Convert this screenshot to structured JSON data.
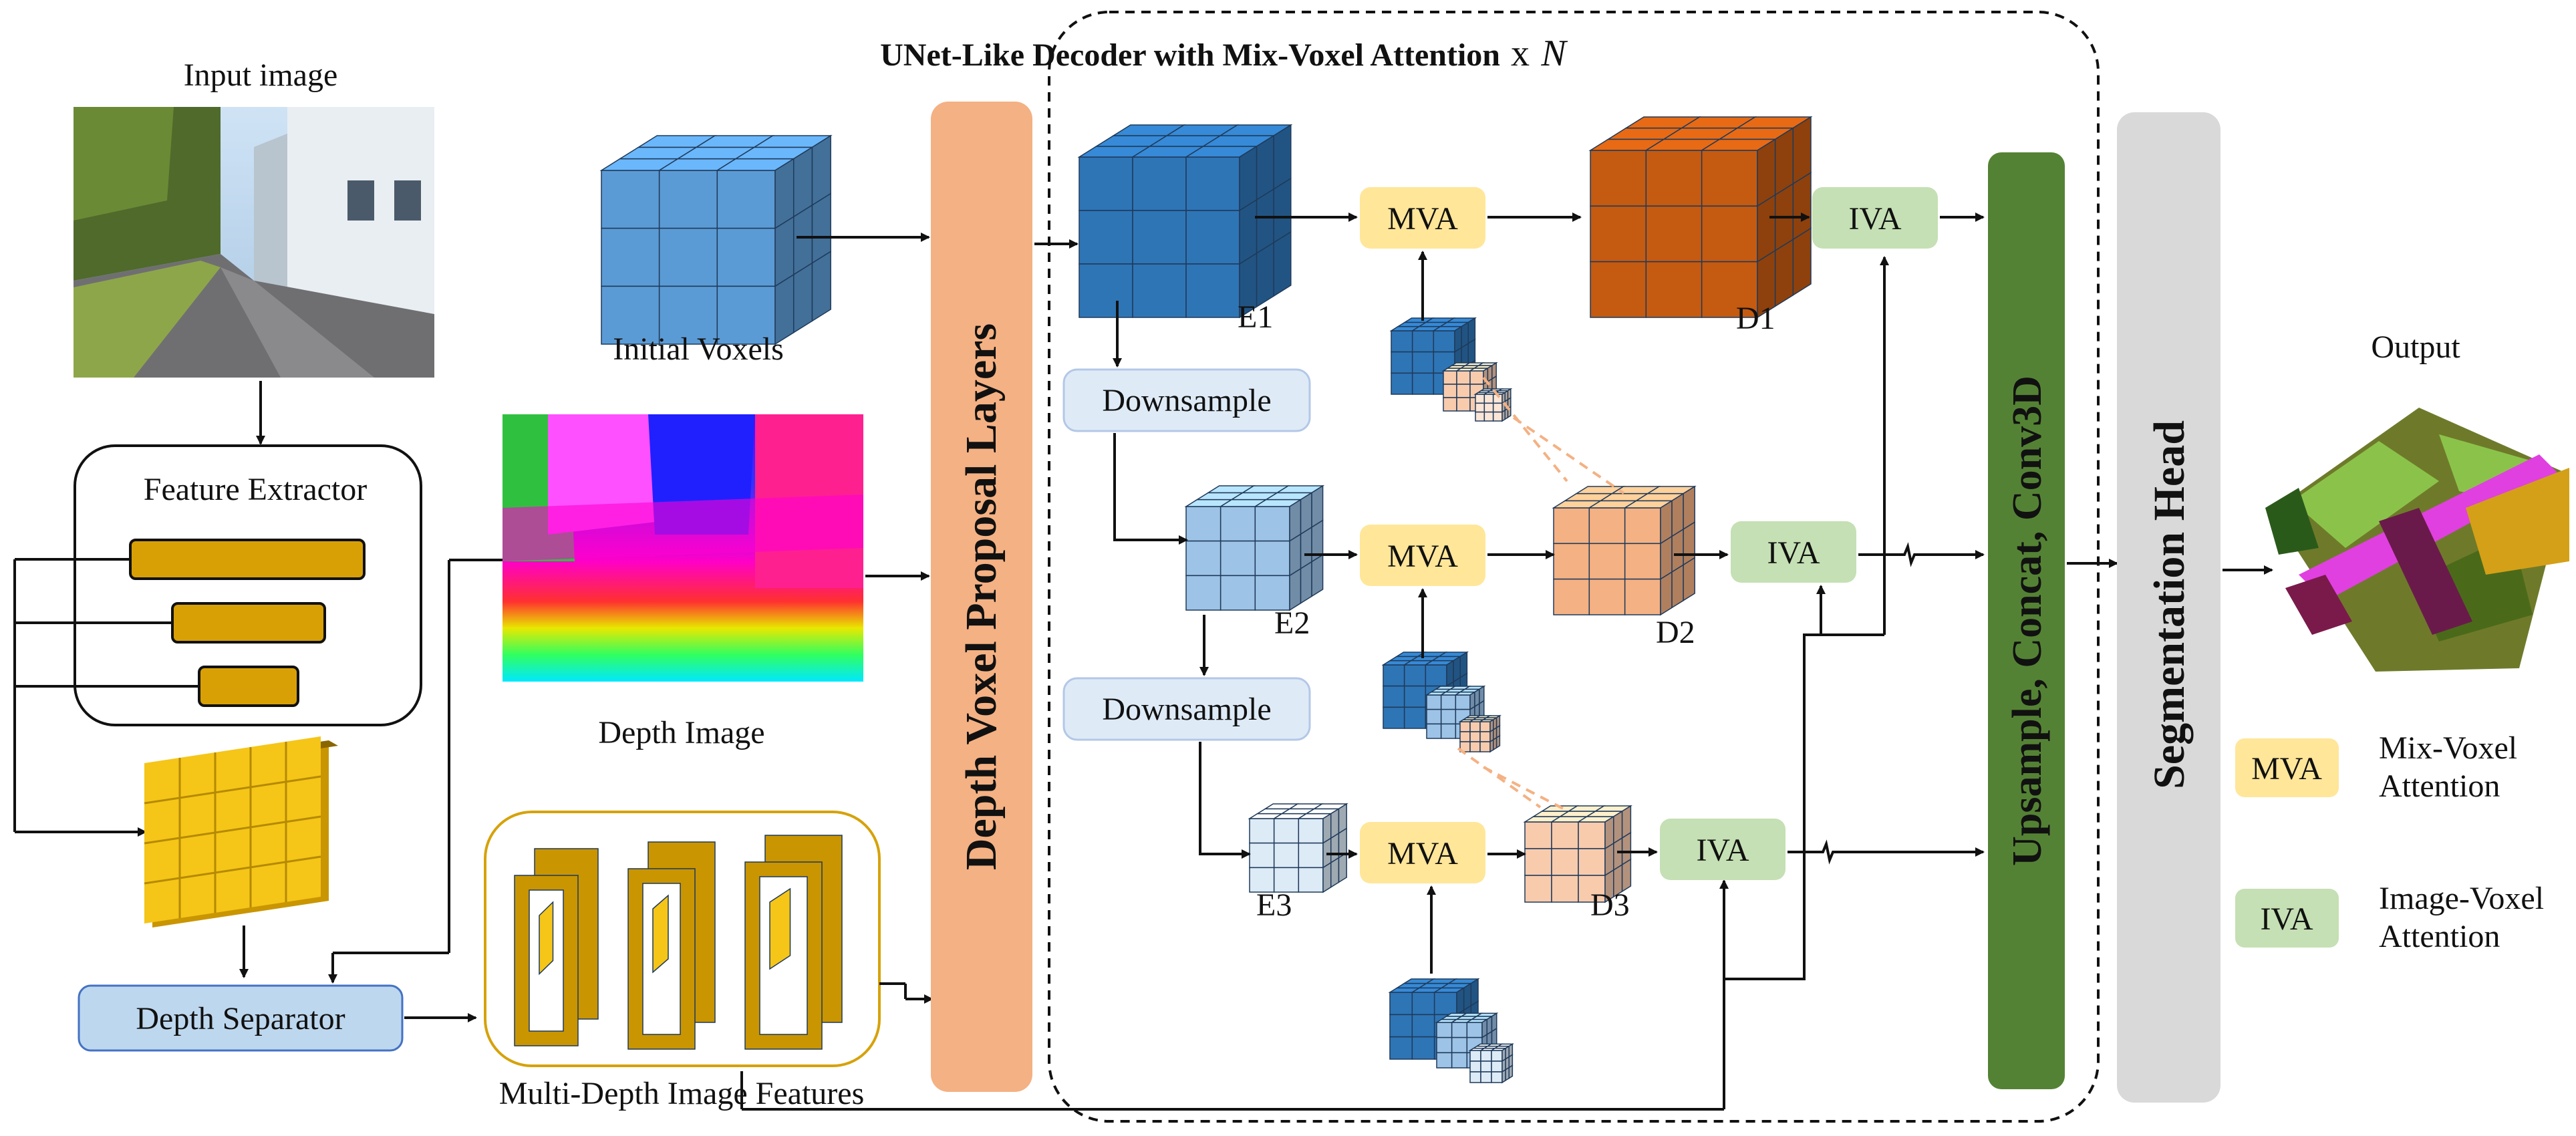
{
  "title": {
    "main": "UNet-Like Decoder with Mix-Voxel Attention",
    "suffix": "x",
    "n": "N"
  },
  "input": {
    "label": "Input image"
  },
  "feature_extractor": {
    "label": "Feature Extractor"
  },
  "depth_separator": {
    "label": "Depth Separator"
  },
  "initial_voxels": {
    "label": "Initial Voxels"
  },
  "depth_image": {
    "label": "Depth Image"
  },
  "multi_depth": {
    "label": "Multi-Depth Image Features"
  },
  "proposal": {
    "label": "Depth Voxel Proposal Layers"
  },
  "decoder": {
    "encoders": [
      "E1",
      "E2",
      "E3"
    ],
    "decoders": [
      "D1",
      "D2",
      "D3"
    ],
    "downsample": "Downsample",
    "mva": "MVA",
    "iva": "IVA"
  },
  "upsample": {
    "label": "Upsample, Concat, Conv3D"
  },
  "seg_head": {
    "label": "Segmentation Head"
  },
  "output": {
    "label": "Output"
  },
  "legend": {
    "mva_abbr": "MVA",
    "mva_line1": "Mix-Voxel",
    "mva_line2": "Attention",
    "iva_abbr": "IVA",
    "iva_line1": "Image-Voxel",
    "iva_line2": "Attention"
  },
  "colors": {
    "feature_yellow": "#f5c518",
    "feature_gold": "#d6a20a",
    "proposal": "#f4b183",
    "upsample": "#548235",
    "seg_head": "#d9d9d9",
    "mva": "#ffe699",
    "iva": "#c5e0b4",
    "depth_sep": "#bdd7ee",
    "downsample": "#deebf7",
    "voxel_dark_blue": "#2e75b6",
    "voxel_light_blue": "#9dc3e6",
    "voxel_orange": "#c55a11",
    "voxel_peach": "#f4b183"
  }
}
